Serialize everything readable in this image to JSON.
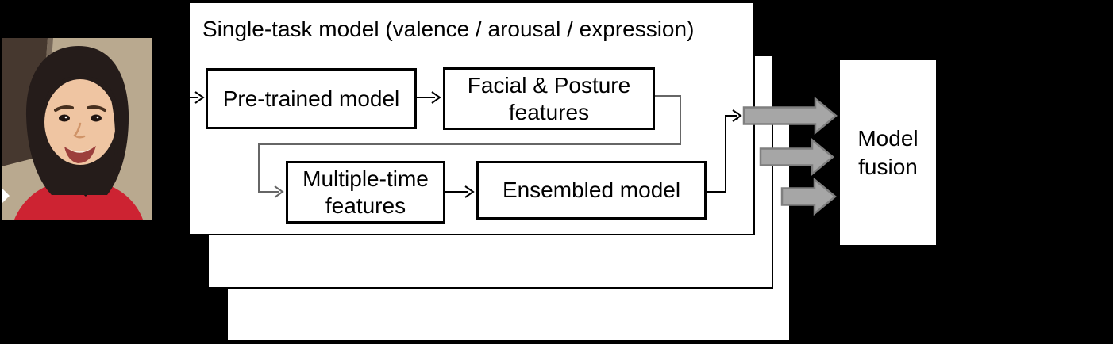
{
  "diagram": {
    "panel_title": "Single-task model (valence / arousal / expression)",
    "stacked_panels": 3,
    "nodes": {
      "pretrained": {
        "label": "Pre-trained model"
      },
      "facial": {
        "line1": "Facial & Posture",
        "line2": "features"
      },
      "multitime": {
        "line1": "Multiple-time",
        "line2": "features"
      },
      "ensembled": {
        "label": "Ensembled model"
      },
      "fusion": {
        "line1": "Model",
        "line2": "fusion"
      }
    }
  },
  "colors": {
    "background": "#000000",
    "panel_fill": "#ffffff",
    "panel_border": "#000000",
    "box_border": "#000000",
    "text": "#000000",
    "block_arrow_fill": "#a6a6a6",
    "block_arrow_stroke": "#7f7f7f",
    "thin_connector": "#000000",
    "elbow_connector": "#666666"
  }
}
